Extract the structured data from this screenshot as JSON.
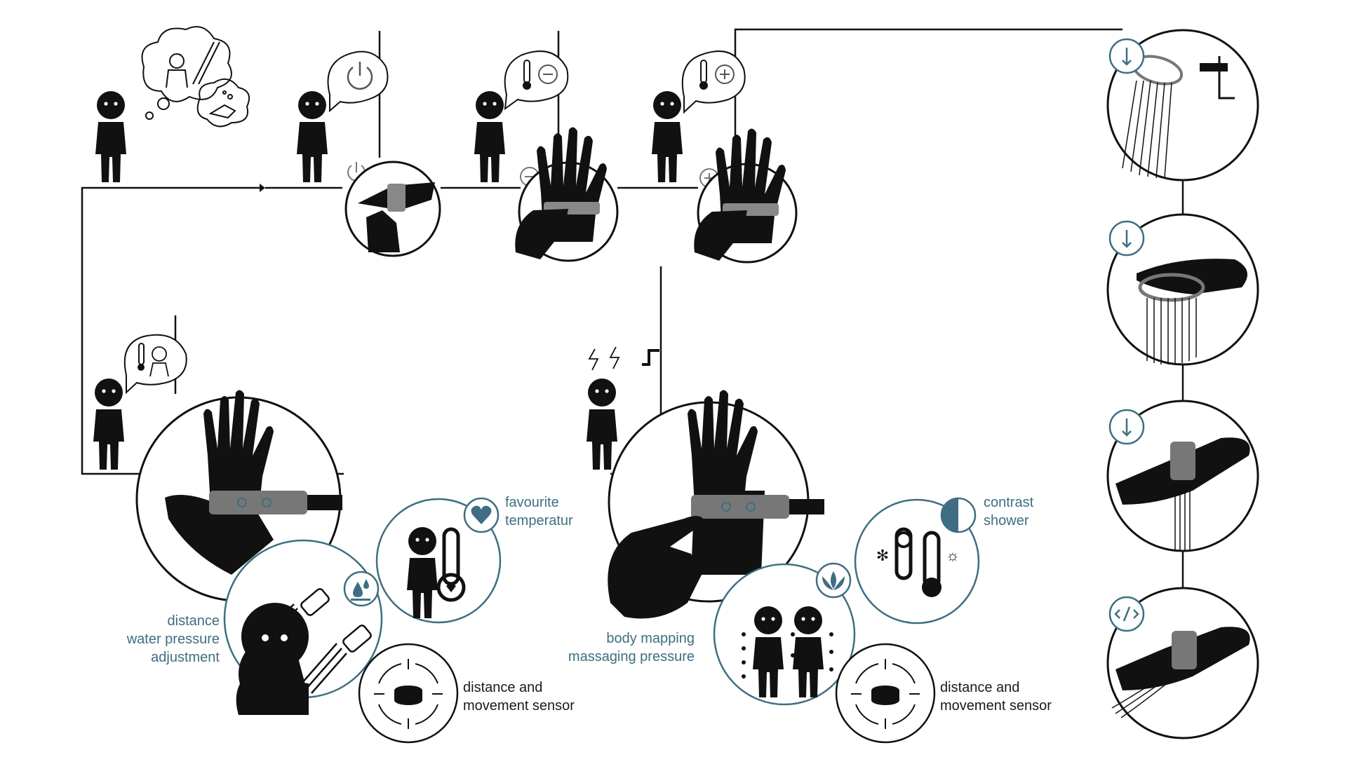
{
  "colors": {
    "ink": "#111111",
    "accent": "#3f6e82",
    "background": "#ffffff"
  },
  "steps": [
    {
      "icon": "thinking-person-icon"
    },
    {
      "icon": "power-icon"
    },
    {
      "icon": "temperature-minus-icon"
    },
    {
      "icon": "temperature-plus-icon"
    }
  ],
  "panels": {
    "left": {
      "features": [
        {
          "label": "favourite\ntemperatur",
          "icon": "heart-icon"
        },
        {
          "label": "distance\nwater pressure\nadjustment",
          "icon": "water-drop-icon"
        },
        {
          "label": "distance and\nmovement sensor",
          "icon": "sensor-icon"
        }
      ]
    },
    "middle": {
      "features": [
        {
          "label": "contrast\nshower",
          "icon": "half-circle-icon"
        },
        {
          "label": "body mapping\nmassaging pressure",
          "icon": "lotus-icon"
        },
        {
          "label": "distance and\nmovement sensor",
          "icon": "sensor-icon"
        }
      ]
    }
  },
  "right_column": [
    {
      "icon": "arrow-down-icon"
    },
    {
      "icon": "arrow-down-icon"
    },
    {
      "icon": "arrow-down-icon"
    },
    {
      "icon": "code-arrows-icon"
    }
  ]
}
